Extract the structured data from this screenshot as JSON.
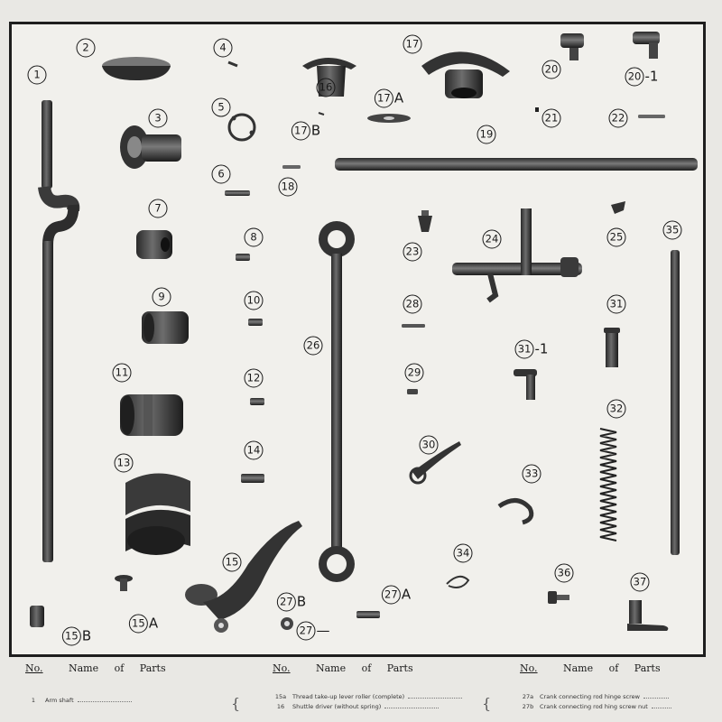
{
  "labels": {
    "l1": "1",
    "l2": "2",
    "l3": "3",
    "l4": "4",
    "l5": "5",
    "l6": "6",
    "l7": "7",
    "l8": "8",
    "l9": "9",
    "l10": "10",
    "l11": "11",
    "l12": "12",
    "l13": "13",
    "l14": "14",
    "l15": "15",
    "l15a": "15",
    "l15a_s": "A",
    "l15b": "15",
    "l15b_s": "B",
    "l16": "16",
    "l17": "17",
    "l17a": "17",
    "l17a_s": "A",
    "l17b": "17",
    "l17b_s": "B",
    "l18": "18",
    "l19": "19",
    "l20": "20",
    "l20_1": "20",
    "l20_1_s": "-1",
    "l21": "21",
    "l22": "22",
    "l23": "23",
    "l24": "24",
    "l25": "25",
    "l26": "26",
    "l27": "27",
    "l27_s": "—",
    "l27a": "27",
    "l27a_s": "A",
    "l27b": "27",
    "l27b_s": "B",
    "l28": "28",
    "l29": "29",
    "l30": "30",
    "l31": "31",
    "l31_1": "31",
    "l31_1_s": "-1",
    "l32": "32",
    "l33": "33",
    "l34": "34",
    "l35": "35",
    "l36": "36",
    "l37": "37"
  },
  "table": {
    "col1": {
      "no": "No.",
      "name": "Name of Parts"
    },
    "col2": {
      "no": "No.",
      "name": "Name of Parts"
    },
    "col3": {
      "no": "No.",
      "name": "Name of Parts"
    },
    "rows": [
      {
        "no": "1",
        "name": "Arm shaft"
      },
      {
        "no": "15a",
        "name": "Thread take-up lever roller (complete)"
      },
      {
        "no": "16",
        "name": "Shuttle driver (without spring)"
      },
      {
        "no": "27a",
        "name": "Crank connecting rod hinge screw"
      },
      {
        "no": "27b",
        "name": "Crank connecting rod hing screw nut"
      }
    ]
  }
}
